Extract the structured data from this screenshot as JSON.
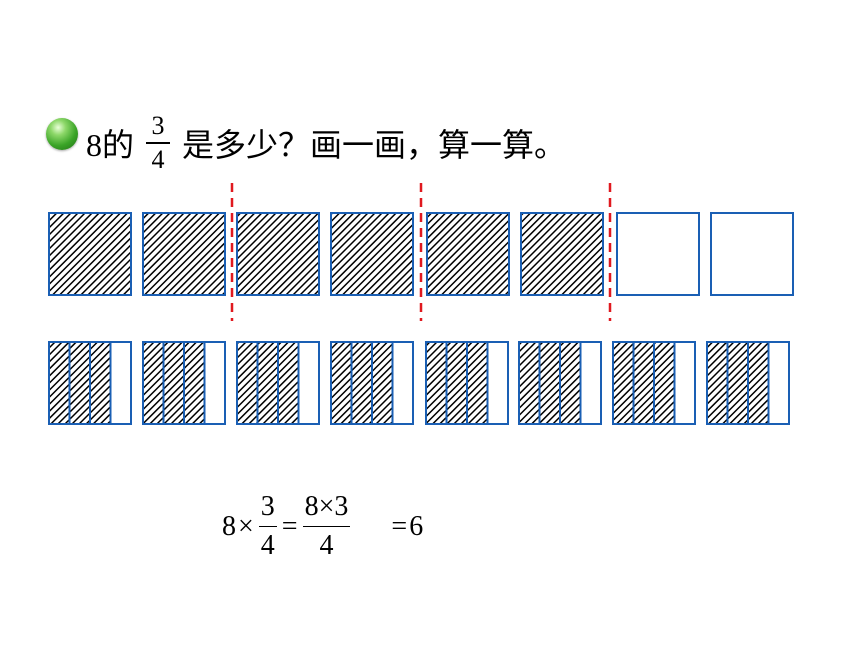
{
  "question": {
    "prefix": "8的",
    "fraction": {
      "numerator": "3",
      "denominator": "4"
    },
    "suffix": "是多少？画一画，算一算。"
  },
  "diagram": {
    "row1": {
      "squares": 8,
      "shaded_squares": 6,
      "shaded_fraction": 0.75,
      "dividers": 3
    },
    "row2": {
      "squares": 8,
      "parts_per_square": 4,
      "shaded_parts_per_square": 3
    },
    "colors": {
      "outline": "#1a5fb4",
      "hatch": "#000000",
      "divider": "#e0191f"
    }
  },
  "formula": {
    "a": "8",
    "times": "×",
    "f1_num": "3",
    "f1_den": "4",
    "eq1": "=",
    "f2_num": "8×3",
    "f2_den": "4",
    "eq2": "=",
    "result": "6"
  }
}
